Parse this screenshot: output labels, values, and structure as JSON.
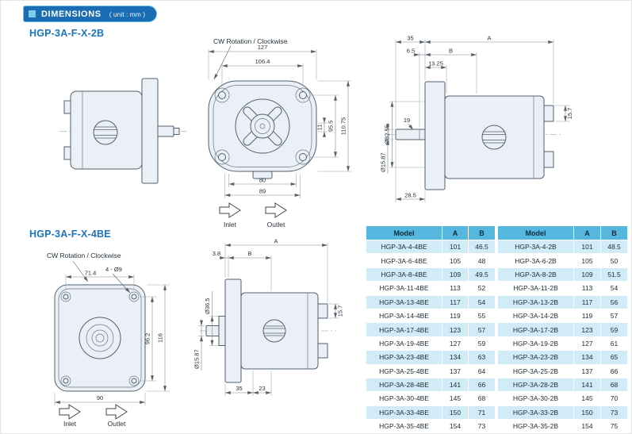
{
  "header": {
    "title": "DIMENSIONS",
    "unit": "( unit : mm )"
  },
  "sections": {
    "s1": {
      "title": "HGP-3A-F-X-2B",
      "rotation": "CW Rotation / Clockwise",
      "inlet": "Inlet",
      "outlet": "Outlet",
      "front": {
        "w_outer": "127",
        "w_bolts": "106.4",
        "h_tab": "11",
        "h_bolts": "95.5",
        "h_outer": "110.75",
        "w_port": "80",
        "w_body": "89"
      },
      "side": {
        "shaft_len": "35",
        "len_a": "A",
        "offset_65": "6.5",
        "len_b": "B",
        "flange_th": "13.25",
        "key_h": "19",
        "pilot_dia": "Ø82.55",
        "port_h": "15.7",
        "shaft_ext": "28.5",
        "shaft_dia": "Ø15.87"
      }
    },
    "s2": {
      "title": "HGP-3A-F-X-4BE",
      "rotation": "CW Rotation / Clockwise",
      "inlet": "Inlet",
      "outlet": "Outlet",
      "front": {
        "w_bolts": "71.4",
        "bolt_note": "4 - Ø9",
        "h_bolts": "96.2",
        "h_outer": "116",
        "w_outer": "90"
      },
      "side": {
        "offset_38": "3.8",
        "len_b": "B",
        "len_a": "A",
        "pilot_dia": "Ø36.5",
        "port_h": "15.7",
        "shaft_dia": "Ø15.87",
        "len_35": "35",
        "len_23": "23"
      }
    }
  },
  "tables": [
    {
      "headers": [
        "Model",
        "A",
        "B"
      ],
      "rows": [
        [
          "HGP-3A-4-4BE",
          "101",
          "46.5"
        ],
        [
          "HGP-3A-6-4BE",
          "105",
          "48"
        ],
        [
          "HGP-3A-8-4BE",
          "109",
          "49.5"
        ],
        [
          "HGP-3A-11-4BE",
          "113",
          "52"
        ],
        [
          "HGP-3A-13-4BE",
          "117",
          "54"
        ],
        [
          "HGP-3A-14-4BE",
          "119",
          "55"
        ],
        [
          "HGP-3A-17-4BE",
          "123",
          "57"
        ],
        [
          "HGP-3A-19-4BE",
          "127",
          "59"
        ],
        [
          "HGP-3A-23-4BE",
          "134",
          "63"
        ],
        [
          "HGP-3A-25-4BE",
          "137",
          "64"
        ],
        [
          "HGP-3A-28-4BE",
          "141",
          "66"
        ],
        [
          "HGP-3A-30-4BE",
          "145",
          "68"
        ],
        [
          "HGP-3A-33-4BE",
          "150",
          "71"
        ],
        [
          "HGP-3A-35-4BE",
          "154",
          "73"
        ]
      ]
    },
    {
      "headers": [
        "Model",
        "A",
        "B"
      ],
      "rows": [
        [
          "HGP-3A-4-2B",
          "101",
          "48.5"
        ],
        [
          "HGP-3A-6-2B",
          "105",
          "50"
        ],
        [
          "HGP-3A-8-2B",
          "109",
          "51.5"
        ],
        [
          "HGP-3A-11-2B",
          "113",
          "54"
        ],
        [
          "HGP-3A-13-2B",
          "117",
          "56"
        ],
        [
          "HGP-3A-14-2B",
          "119",
          "57"
        ],
        [
          "HGP-3A-17-2B",
          "123",
          "59"
        ],
        [
          "HGP-3A-19-2B",
          "127",
          "61"
        ],
        [
          "HGP-3A-23-2B",
          "134",
          "65"
        ],
        [
          "HGP-3A-25-2B",
          "137",
          "66"
        ],
        [
          "HGP-3A-28-2B",
          "141",
          "68"
        ],
        [
          "HGP-3A-30-2B",
          "145",
          "70"
        ],
        [
          "HGP-3A-33-2B",
          "150",
          "73"
        ],
        [
          "HGP-3A-35-2B",
          "154",
          "75"
        ]
      ]
    }
  ]
}
